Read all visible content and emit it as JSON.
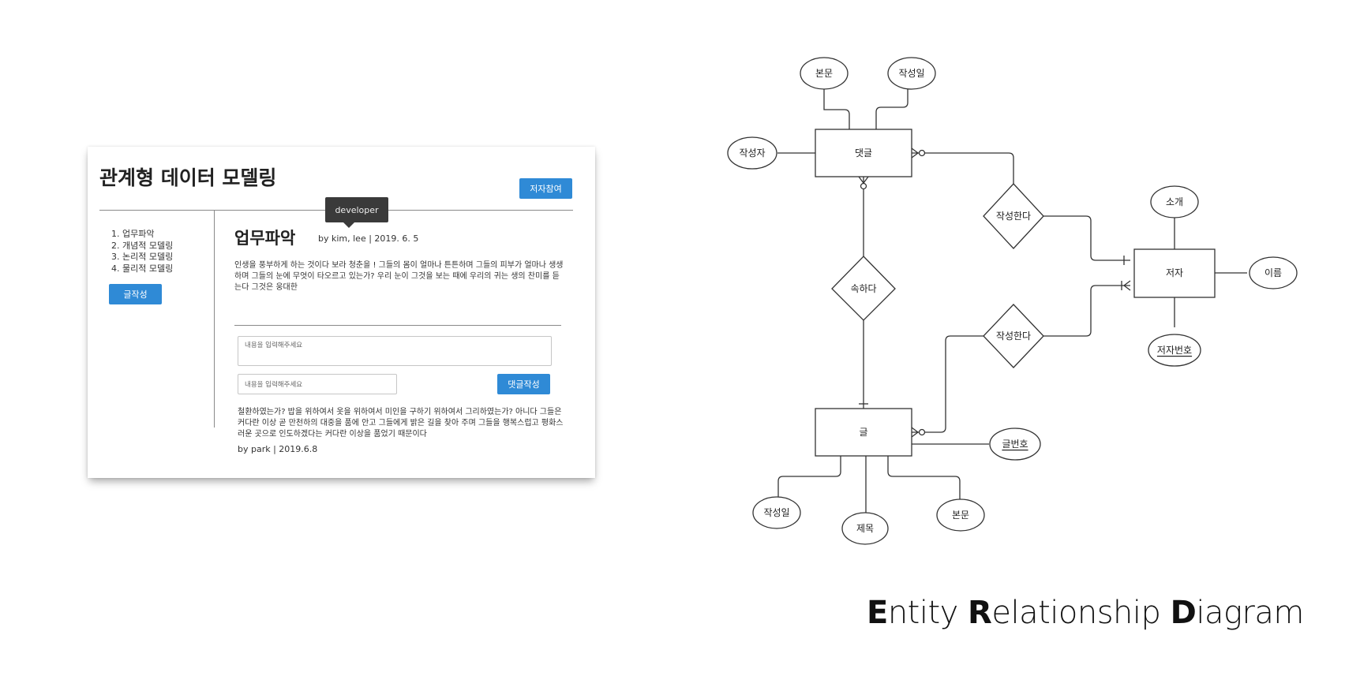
{
  "mockup": {
    "site_title": "관계형 데이터 모델링",
    "author_button": "저자참여",
    "nav_items": [
      "1. 업무파악",
      "2. 개념적 모델링",
      "3. 논리적 모델링",
      "4. 물리적 모델링"
    ],
    "write_button": "글작성",
    "tooltip": "developer",
    "post": {
      "title": "업무파악",
      "meta": "by kim, lee  |  2019. 6. 5",
      "body": "인생을 풍부하게 하는 것이다 보라 청춘을 ! 그들의 몸이 얼마나 튼튼하며 그들의 피부가 얼마나 생생하며 그들의 눈에 무엇이 타오르고 있는가? 우리 눈이 그것을 보는 때에 우리의 귀는 생의 찬미를 듣는다 그것은 웅대한"
    },
    "comment_form": {
      "textarea_placeholder": "내용을 입력해주세요",
      "input_placeholder": "내용을 입력해주세요",
      "submit_button": "댓글작성"
    },
    "comment": {
      "body": "철환하였는가? 밥을 위하여서 옷을 위하여서 미인을 구하기 위하여서 그리하였는가? 아니다 그들은 커다란 이상 곧 만천하의 대중을 품에 안고 그들에게 밝은 길을 찾아 주며 그들을 행복스럽고 평화스러운 곳으로 인도하겠다는 커다란 이상을 품었기 때문이다",
      "meta": "by park | 2019.6.8"
    }
  },
  "erd": {
    "entities": {
      "comment": "댓글",
      "author": "저자",
      "post": "글"
    },
    "relationships": {
      "writes_comment": "작성한다",
      "belongs_to": "속하다",
      "writes_post": "작성한다"
    },
    "attributes": {
      "comment_body": "본문",
      "comment_date": "작성일",
      "comment_writer": "작성자",
      "author_intro": "소개",
      "author_name": "이름",
      "author_id": "저자번호",
      "post_id": "글번호",
      "post_date": "작성일",
      "post_title": "제목",
      "post_body": "본문"
    },
    "caption": {
      "e_initial": "E",
      "e_rest": "ntity ",
      "r_initial": "R",
      "r_rest": "elationship ",
      "d_initial": "D",
      "d_rest": "iagram"
    }
  }
}
